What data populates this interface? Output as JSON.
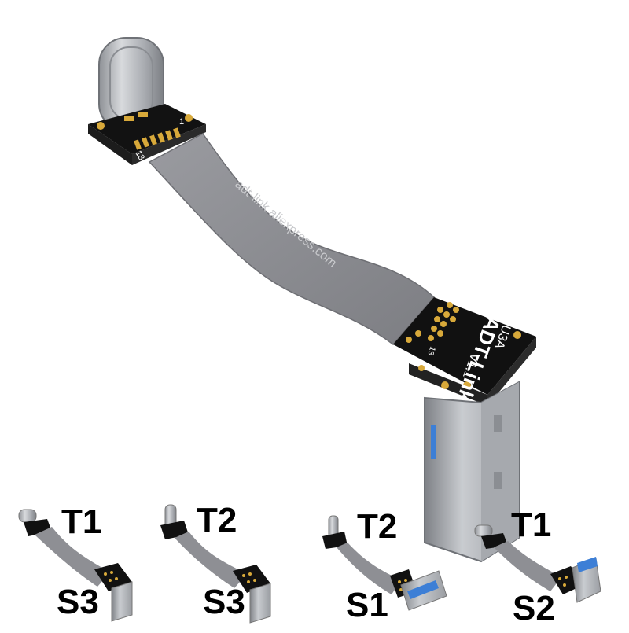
{
  "hero": {
    "watermark": "adt-link.aliexpress.com",
    "pcb_brand": "ADT-Link",
    "pcb_model": "U3A",
    "pcb_version": "V1.1",
    "pin_start": "1",
    "pin_end": "13",
    "pcb_pin_mark": "13"
  },
  "variants": [
    {
      "top_label": "T1",
      "bottom_label": "S3"
    },
    {
      "top_label": "T2",
      "bottom_label": "S3"
    },
    {
      "top_label": "T2",
      "bottom_label": "S1"
    },
    {
      "top_label": "T1",
      "bottom_label": "S2"
    }
  ],
  "colors": {
    "ribbon": "#8f9096",
    "ribbon_dark": "#6e6f74",
    "pcb": "#111111",
    "gold": "#d8a93a",
    "metal": "#b9bcc2",
    "usb_blue": "#3d7fd6"
  }
}
